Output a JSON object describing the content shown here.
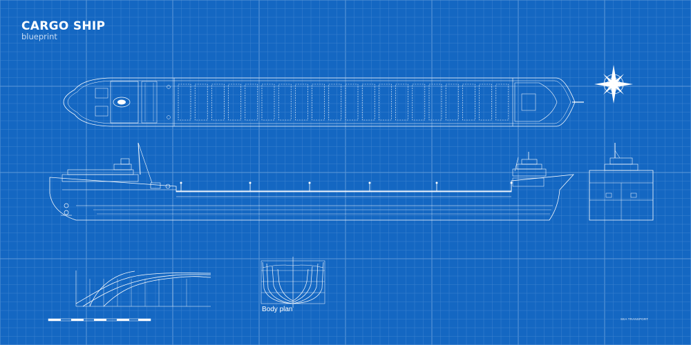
{
  "header": {
    "title": "CARGO SHIP",
    "subtitle": "blueprint"
  },
  "labels": {
    "body_plan": "Body plan",
    "credit": "SEA TRANSPORT"
  },
  "colors": {
    "background": "#1467c2",
    "grid_major": "#5f9ad8",
    "grid_minor": "#3d83cf",
    "line": "#ffffff"
  },
  "icons": {
    "compass": "compass-rose-icon"
  }
}
